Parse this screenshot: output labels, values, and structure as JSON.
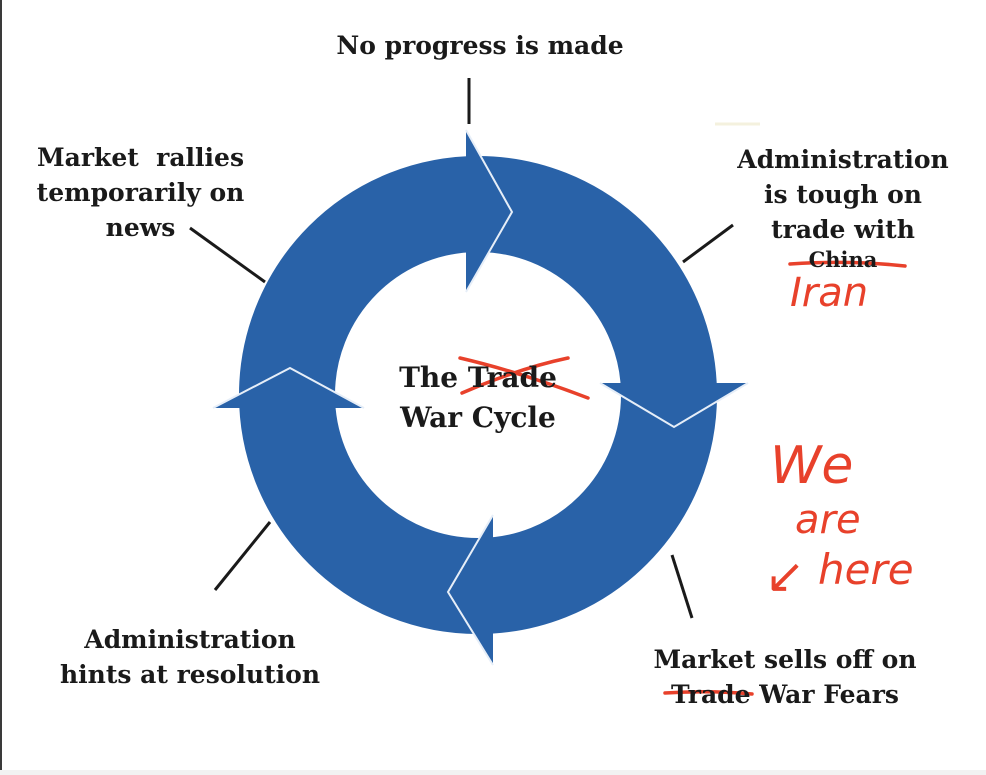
{
  "diagram": {
    "center": {
      "line1": "The Trade",
      "line2": "War Cycle",
      "struck_word": "Trade"
    },
    "stages": {
      "top": "No progress is made",
      "right": [
        "Administration",
        "is tough on",
        "trade with",
        "China"
      ],
      "bottom_right": [
        "Market sells off on",
        "Trade War Fears"
      ],
      "bottom_left": [
        "Administration",
        "hints at resolution"
      ],
      "left": [
        "Market  rallies",
        "temporarily on",
        "news"
      ]
    },
    "handwriting": {
      "replacement": "Iran",
      "note": [
        "We",
        "are",
        "here"
      ],
      "arrow": "↙"
    },
    "colors": {
      "ring": "#2962a8",
      "ink": "#e8412b",
      "text": "#1a1a1a"
    }
  }
}
